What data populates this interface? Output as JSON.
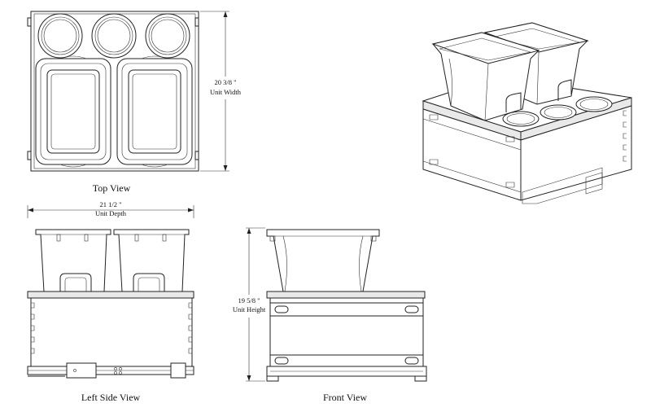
{
  "views": {
    "top": {
      "title": "Top View"
    },
    "left_side": {
      "title": "Left Side View"
    },
    "front": {
      "title": "Front View"
    }
  },
  "dimensions": {
    "width": {
      "value": "20 3/8 \"",
      "label": "Unit Width"
    },
    "depth": {
      "value": "21 1/2 \"",
      "label": "Unit Depth"
    },
    "height": {
      "value": "19 5/8 \"",
      "label": "Unit Height"
    }
  },
  "colors": {
    "line": "#222222",
    "background": "#ffffff",
    "panel": "#e9e9e9"
  }
}
